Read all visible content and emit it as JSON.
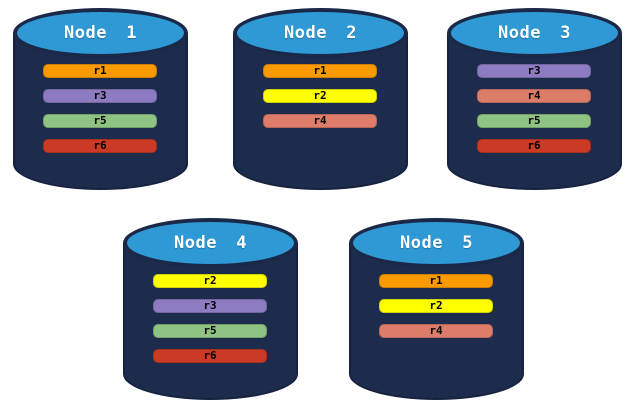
{
  "palette": {
    "cylinder_body": "#1d2c4d",
    "cylinder_outline": "#16223f",
    "cylinder_top": "#2f99d5",
    "title_text": "#ffffff",
    "bar_text": "#000000"
  },
  "replica_colors": {
    "r1": "#f99b00",
    "r2": "#ffff00",
    "r3": "#8e7cc3",
    "r4": "#dd7d69",
    "r5": "#8fc383",
    "r6": "#cb3a24"
  },
  "nodes": [
    {
      "title": "Node 1",
      "replicas": [
        {
          "label": "r1",
          "color": "#f99b00"
        },
        {
          "label": "r3",
          "color": "#8e7cc3"
        },
        {
          "label": "r5",
          "color": "#8fc383"
        },
        {
          "label": "r6",
          "color": "#cb3a24"
        }
      ]
    },
    {
      "title": "Node 2",
      "replicas": [
        {
          "label": "r1",
          "color": "#f99b00"
        },
        {
          "label": "r2",
          "color": "#ffff00"
        },
        {
          "label": "r4",
          "color": "#dd7d69"
        }
      ]
    },
    {
      "title": "Node 3",
      "replicas": [
        {
          "label": "r3",
          "color": "#8e7cc3"
        },
        {
          "label": "r4",
          "color": "#dd7d69"
        },
        {
          "label": "r5",
          "color": "#8fc383"
        },
        {
          "label": "r6",
          "color": "#cb3a24"
        }
      ]
    },
    {
      "title": "Node 4",
      "replicas": [
        {
          "label": "r2",
          "color": "#ffff00"
        },
        {
          "label": "r3",
          "color": "#8e7cc3"
        },
        {
          "label": "r5",
          "color": "#8fc383"
        },
        {
          "label": "r6",
          "color": "#cb3a24"
        }
      ]
    },
    {
      "title": "Node 5",
      "replicas": [
        {
          "label": "r1",
          "color": "#f99b00"
        },
        {
          "label": "r2",
          "color": "#ffff00"
        },
        {
          "label": "r4",
          "color": "#dd7d69"
        }
      ]
    }
  ]
}
